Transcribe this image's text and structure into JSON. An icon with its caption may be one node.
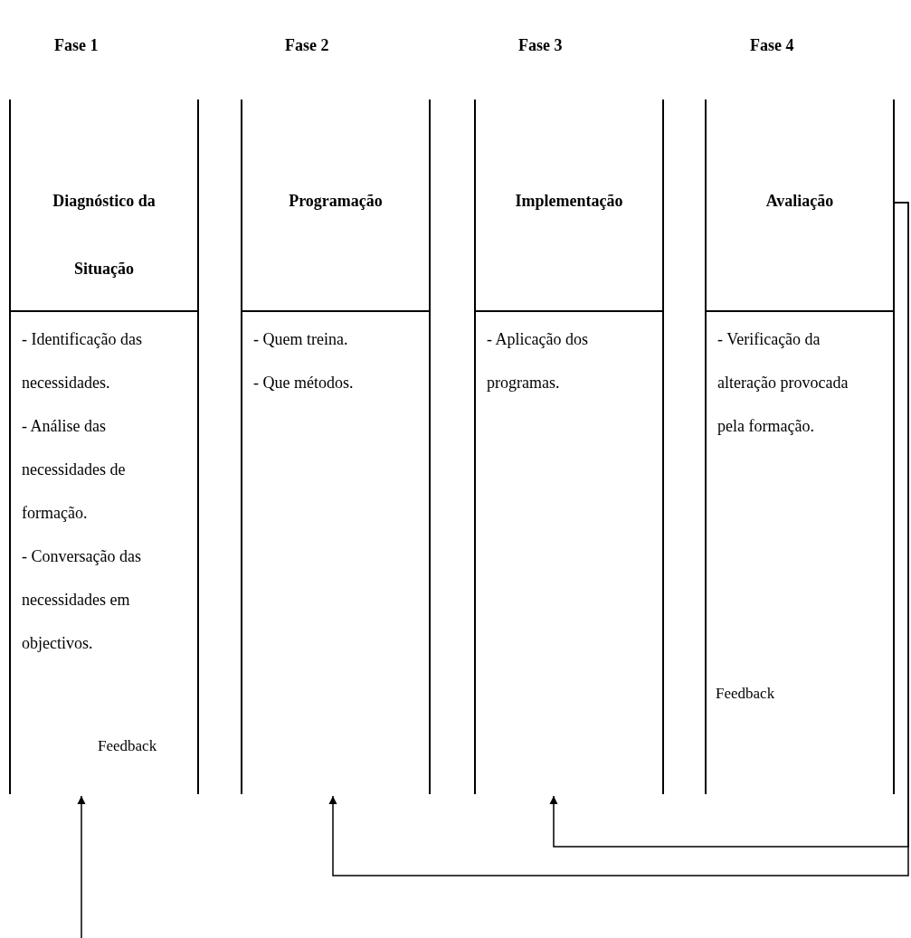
{
  "diagram": {
    "nodes": [
      {
        "text": [
          "Diagnóstico da Situação"
        ]
      },
      {
        "text": [
          "Programação"
        ]
      },
      {
        "text": [
          "Implementação"
        ]
      },
      {
        "text": [
          "Avaliação"
        ]
      },
      {
        "text": [
          "- Identificação das necessidades.",
          "- Análise das necessidades de formação.",
          "- Conversação das necessidades em objectivos."
        ]
      },
      {
        "text": [
          "- Quem treina.",
          "- Que métodos."
        ]
      },
      {
        "text": [
          "- Aplicação dos programas."
        ]
      },
      {
        "text": [
          "- Verificação da alteração provocada pela formação."
        ]
      }
    ],
    "edges": [
      {
        "from": null,
        "to": 4,
        "arrow": "to"
      },
      {
        "from": 3,
        "to": 5,
        "arrow": "to"
      },
      {
        "from": 3,
        "to": 6,
        "arrow": "to"
      }
    ],
    "labels": [
      "Fase 1",
      "Fase 2",
      "Fase 3",
      "Fase 4",
      "Feedback",
      "Feedback"
    ]
  }
}
